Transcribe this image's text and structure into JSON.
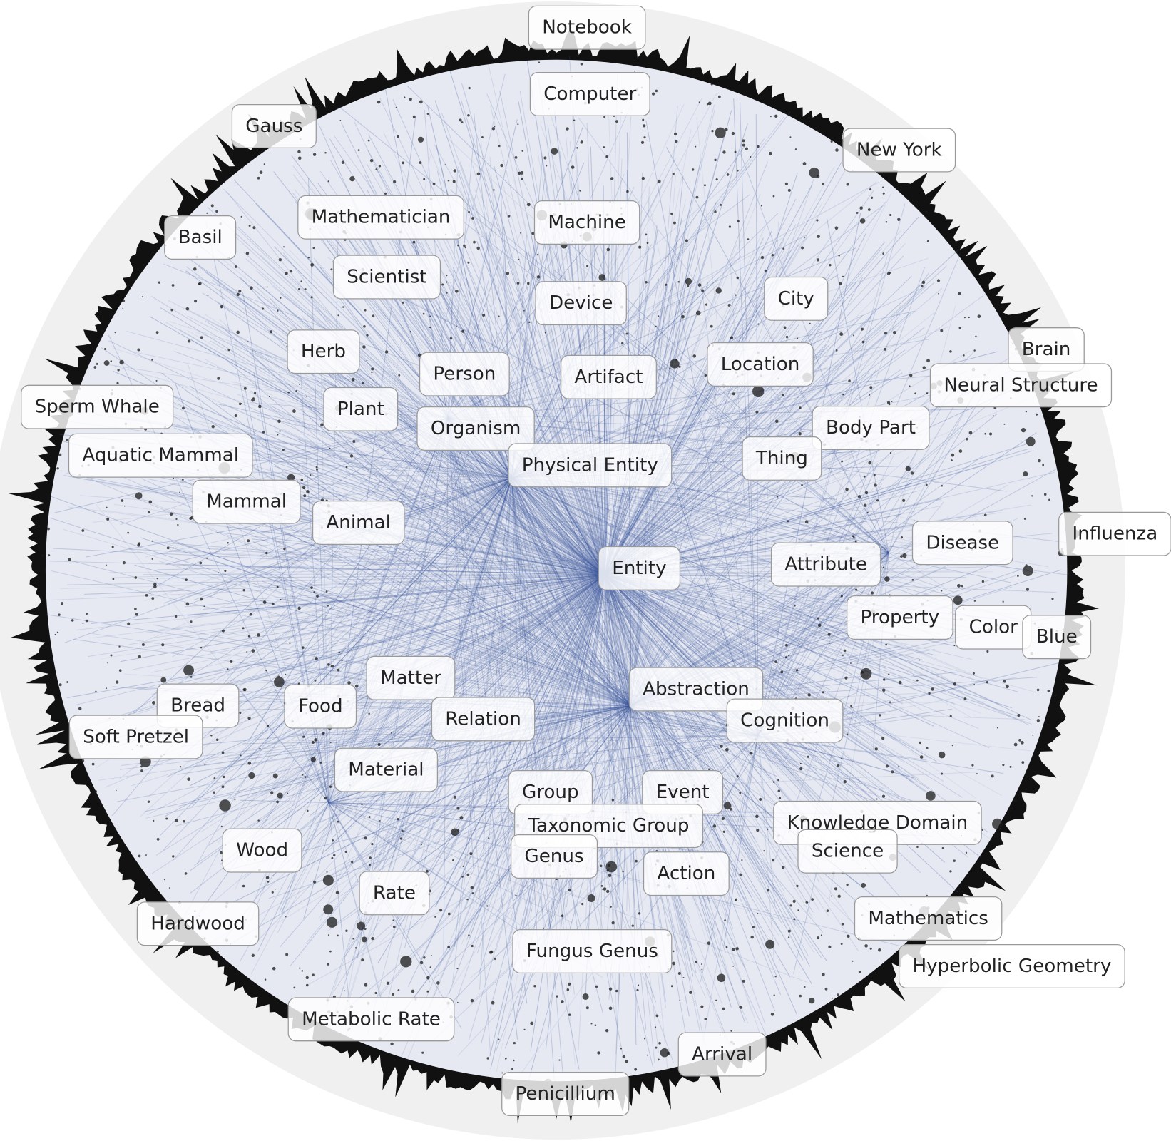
{
  "diagram": {
    "type": "poincare-disk-embedding",
    "edge_color": "#3f5a9e",
    "node_color": "#1a1a1a",
    "disk_color": "#f0f0f0",
    "labels": [
      "Notebook",
      "Computer",
      "Gauss",
      "New York",
      "Mathematician",
      "Machine",
      "Basil",
      "Scientist",
      "Device",
      "City",
      "Herb",
      "Person",
      "Artifact",
      "Location",
      "Brain",
      "Neural Structure",
      "Plant",
      "Organism",
      "Body Part",
      "Sperm Whale",
      "Aquatic Mammal",
      "Thing",
      "Physical Entity",
      "Mammal",
      "Animal",
      "Influenza",
      "Disease",
      "Entity",
      "Attribute",
      "Property",
      "Color",
      "Blue",
      "Matter",
      "Abstraction",
      "Bread",
      "Food",
      "Cognition",
      "Relation",
      "Soft Pretzel",
      "Material",
      "Group",
      "Event",
      "Taxonomic Group",
      "Knowledge Domain",
      "Science",
      "Genus",
      "Wood",
      "Action",
      "Rate",
      "Mathematics",
      "Hardwood",
      "Fungus Genus",
      "Hyperbolic Geometry",
      "Metabolic Rate",
      "Arrival",
      "Penicillium"
    ]
  }
}
